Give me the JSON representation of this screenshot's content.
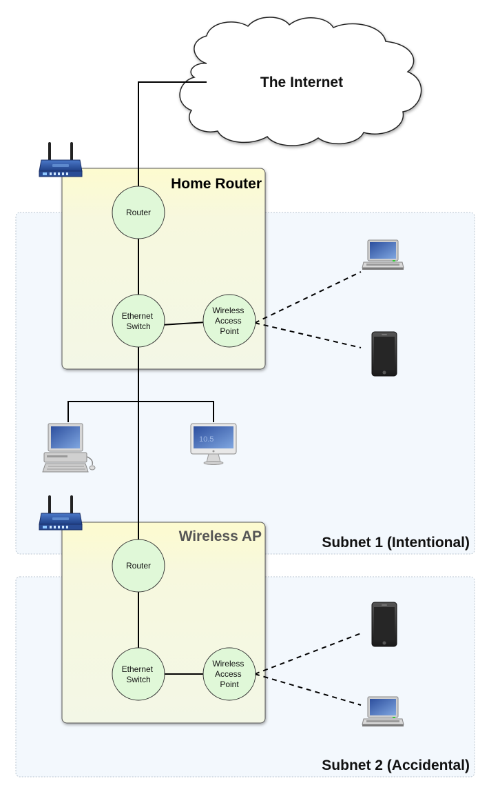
{
  "internet": {
    "label": "The Internet"
  },
  "subnets": [
    {
      "label": "Subnet 1 (Intentional)"
    },
    {
      "label": "Subnet 2 (Accidental)"
    }
  ],
  "devices": [
    {
      "title": "Home Router",
      "title_color": "#000000",
      "router_label": "Router",
      "switch_label": [
        "Ethernet",
        "Switch"
      ],
      "ap_label": [
        "Wireless",
        "Access",
        "Point"
      ]
    },
    {
      "title": "Wireless AP",
      "title_color": "#555555",
      "router_label": "Router",
      "switch_label": [
        "Ethernet",
        "Switch"
      ],
      "ap_label": [
        "Wireless",
        "Access",
        "Point"
      ]
    }
  ],
  "icons": [
    "router-icon",
    "laptop-icon",
    "phone-icon",
    "desktop-icon",
    "imac-icon",
    "cloud-icon"
  ],
  "colors": {
    "subnet_fill": "#f3f8fd",
    "subnet_border": "#b8c4d0",
    "box_fill_top": "#fdfbd2",
    "box_fill": "#f3f7e4",
    "node_fill": "#e0f8d8",
    "node_stroke": "#333333"
  }
}
